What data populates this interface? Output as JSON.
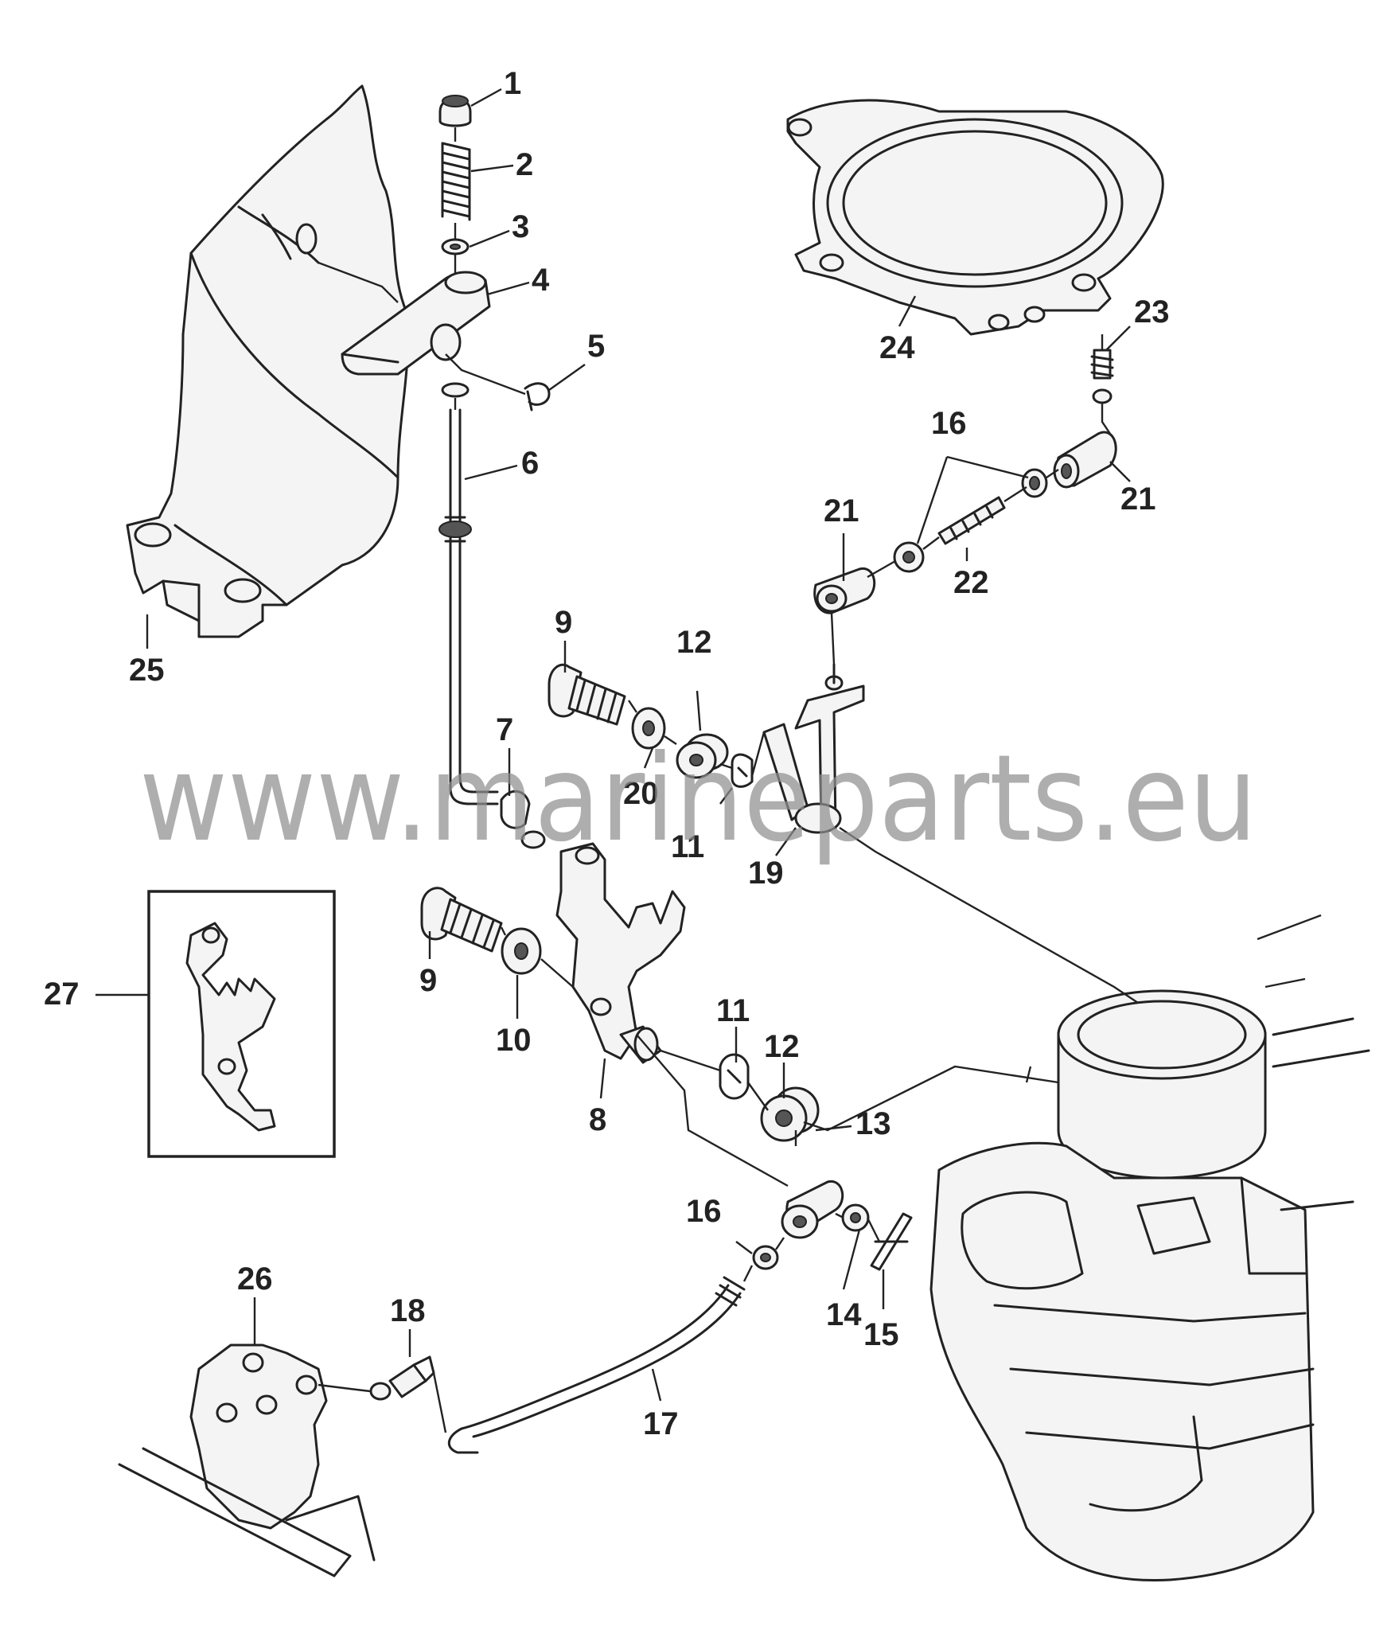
{
  "watermark": "www.marineparts.eu",
  "callouts": [
    {
      "id": "c1",
      "label": "1"
    },
    {
      "id": "c2",
      "label": "2"
    },
    {
      "id": "c3",
      "label": "3"
    },
    {
      "id": "c4",
      "label": "4"
    },
    {
      "id": "c5",
      "label": "5"
    },
    {
      "id": "c6",
      "label": "6"
    },
    {
      "id": "c7",
      "label": "7"
    },
    {
      "id": "c8",
      "label": "8"
    },
    {
      "id": "c9a",
      "label": "9"
    },
    {
      "id": "c9b",
      "label": "9"
    },
    {
      "id": "c10",
      "label": "10"
    },
    {
      "id": "c11a",
      "label": "11"
    },
    {
      "id": "c11b",
      "label": "11"
    },
    {
      "id": "c12a",
      "label": "12"
    },
    {
      "id": "c12b",
      "label": "12"
    },
    {
      "id": "c13",
      "label": "13"
    },
    {
      "id": "c14",
      "label": "14"
    },
    {
      "id": "c15",
      "label": "15"
    },
    {
      "id": "c16a",
      "label": "16"
    },
    {
      "id": "c16b",
      "label": "16"
    },
    {
      "id": "c17",
      "label": "17"
    },
    {
      "id": "c18",
      "label": "18"
    },
    {
      "id": "c19",
      "label": "19"
    },
    {
      "id": "c20",
      "label": "20"
    },
    {
      "id": "c21a",
      "label": "21"
    },
    {
      "id": "c21b",
      "label": "21"
    },
    {
      "id": "c22",
      "label": "22"
    },
    {
      "id": "c23",
      "label": "23"
    },
    {
      "id": "c24",
      "label": "24"
    },
    {
      "id": "c25",
      "label": "25"
    },
    {
      "id": "c26",
      "label": "26"
    },
    {
      "id": "c27",
      "label": "27"
    }
  ]
}
